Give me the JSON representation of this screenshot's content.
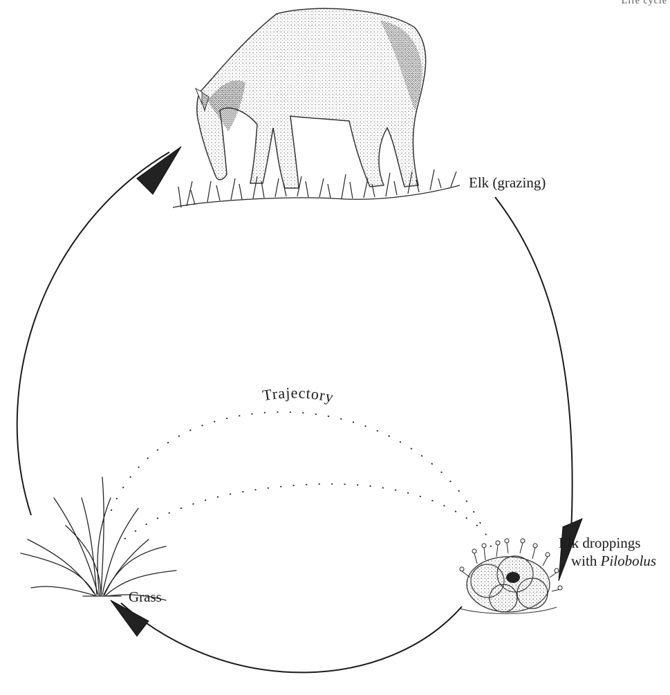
{
  "labels": {
    "elk": "Elk (grazing)",
    "droppings_line1": "Elk droppings",
    "droppings_line2_prefix": "with ",
    "droppings_line2_italic": "Pilobolus",
    "grass": "Grass",
    "trajectory": "Trajectory",
    "corner_fragment": "Life cycle"
  },
  "icons": {
    "elk": "grazing-elk-illustration",
    "grass": "grass-tuft-illustration",
    "droppings": "elk-droppings-with-fungus-illustration"
  },
  "colors": {
    "ink": "#1a1a1a",
    "shading": "#555555",
    "background": "#ffffff"
  }
}
